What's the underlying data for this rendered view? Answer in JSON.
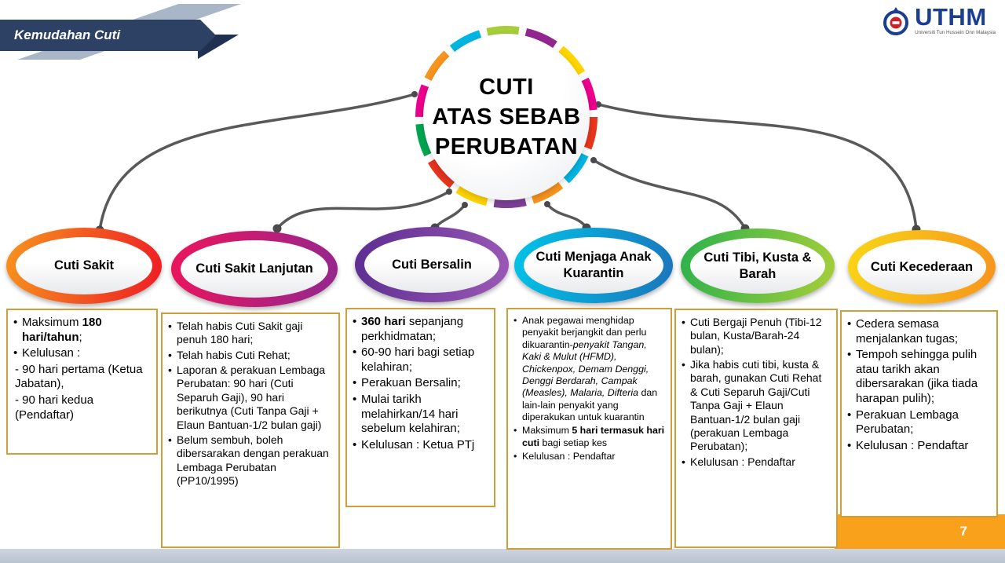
{
  "banner": {
    "title": "Kemudahan Cuti"
  },
  "logo": {
    "name": "UTHM",
    "subtext": "Universiti Tun Hussein Onn Malaysia"
  },
  "page": {
    "number": "7"
  },
  "center": {
    "title": "CUTI\nATAS SEBAB\nPERUBATAN",
    "ring_colors": [
      "#e8351e",
      "#00b5e2",
      "#f7941d",
      "#7f3f98",
      "#ffd400",
      "#e8351e",
      "#00a651",
      "#ec008c",
      "#f7941d",
      "#00b5e2",
      "#a6ce39",
      "#92278f",
      "#ffd400",
      "#ec008c"
    ]
  },
  "branches": [
    {
      "label": "Cuti Sakit",
      "color_from": "#f7941d",
      "color_to": "#ed1c24",
      "items": [
        {
          "segs": [
            {
              "t": "Maksimum "
            },
            {
              "t": "180 hari/tahun",
              "b": true
            },
            {
              "t": ";"
            }
          ]
        },
        {
          "segs": [
            {
              "t": "Kelulusan :"
            }
          ]
        },
        {
          "bullet": false,
          "segs": [
            {
              "t": "- 90 hari pertama (Ketua Jabatan),"
            }
          ]
        },
        {
          "bullet": false,
          "segs": [
            {
              "t": "- 90 hari kedua (Pendaftar)"
            }
          ]
        }
      ]
    },
    {
      "label": "Cuti Sakit Lanjutan",
      "color_from": "#ed145b",
      "color_to": "#92278f",
      "items": [
        "Telah habis Cuti Sakit gaji penuh 180 hari;",
        "Telah habis Cuti Rehat;",
        "Laporan & perakuan Lembaga Perubatan: 90 hari (Cuti Separuh Gaji), 90 hari berikutnya (Cuti Tanpa Gaji + Elaun Bantuan-1/2 bulan gaji)",
        "Belum sembuh, boleh dibersarakan dengan perakuan Lembaga Perubatan (PP10/1995)"
      ]
    },
    {
      "label": "Cuti Bersalin",
      "color_from": "#5c2d91",
      "color_to": "#9b59b6",
      "items": [
        {
          "segs": [
            {
              "t": "360 hari",
              "b": true
            },
            {
              "t": " sepanjang perkhidmatan;"
            }
          ]
        },
        "60-90 hari bagi setiap kelahiran;",
        "Perakuan Bersalin;",
        "Mulai tarikh melahirkan/14 hari sebelum kelahiran;",
        "Kelulusan : Ketua PTj"
      ]
    },
    {
      "label": "Cuti Menjaga Anak Kuarantin",
      "color_from": "#00c4e8",
      "color_to": "#1b75bb",
      "items": [
        {
          "segs": [
            {
              "t": "Anak pegawai menghidap penyakit berjangkit dan perlu dikuarantin-"
            },
            {
              "t": "penyakit Tangan, Kaki & Mulut (HFMD), Chickenpox, Demam Denggi, Denggi Berdarah, Campak (Measles), Malaria, Difteria",
              "i": true
            },
            {
              "t": " dan lain-lain penyakit yang diperakukan untuk kuarantin"
            }
          ]
        },
        {
          "segs": [
            {
              "t": "Maksimum "
            },
            {
              "t": "5 hari termasuk hari cuti",
              "b": true
            },
            {
              "t": " bagi setiap kes"
            }
          ]
        },
        "Kelulusan : Pendaftar"
      ]
    },
    {
      "label": "Cuti Tibi, Kusta & Barah",
      "color_from": "#2bb24c",
      "color_to": "#a6ce39",
      "items": [
        "Cuti Bergaji Penuh (Tibi-12 bulan, Kusta/Barah-24 bulan);",
        "Jika habis cuti tibi, kusta & barah, gunakan Cuti Rehat & Cuti Separuh Gaji/Cuti Tanpa Gaji + Elaun Bantuan-1/2 bulan gaji (perakuan Lembaga Perubatan);",
        "Kelulusan : Pendaftar"
      ]
    },
    {
      "label": "Cuti Kecederaan",
      "color_from": "#f9d616",
      "color_to": "#f7941d",
      "items": [
        "Cedera semasa menjalankan tugas;",
        "Tempoh sehingga pulih atau tarikh akan dibersarakan (jika tiada harapan pulih);",
        "Perakuan Lembaga Perubatan;",
        "Kelulusan : Pendaftar"
      ]
    }
  ]
}
